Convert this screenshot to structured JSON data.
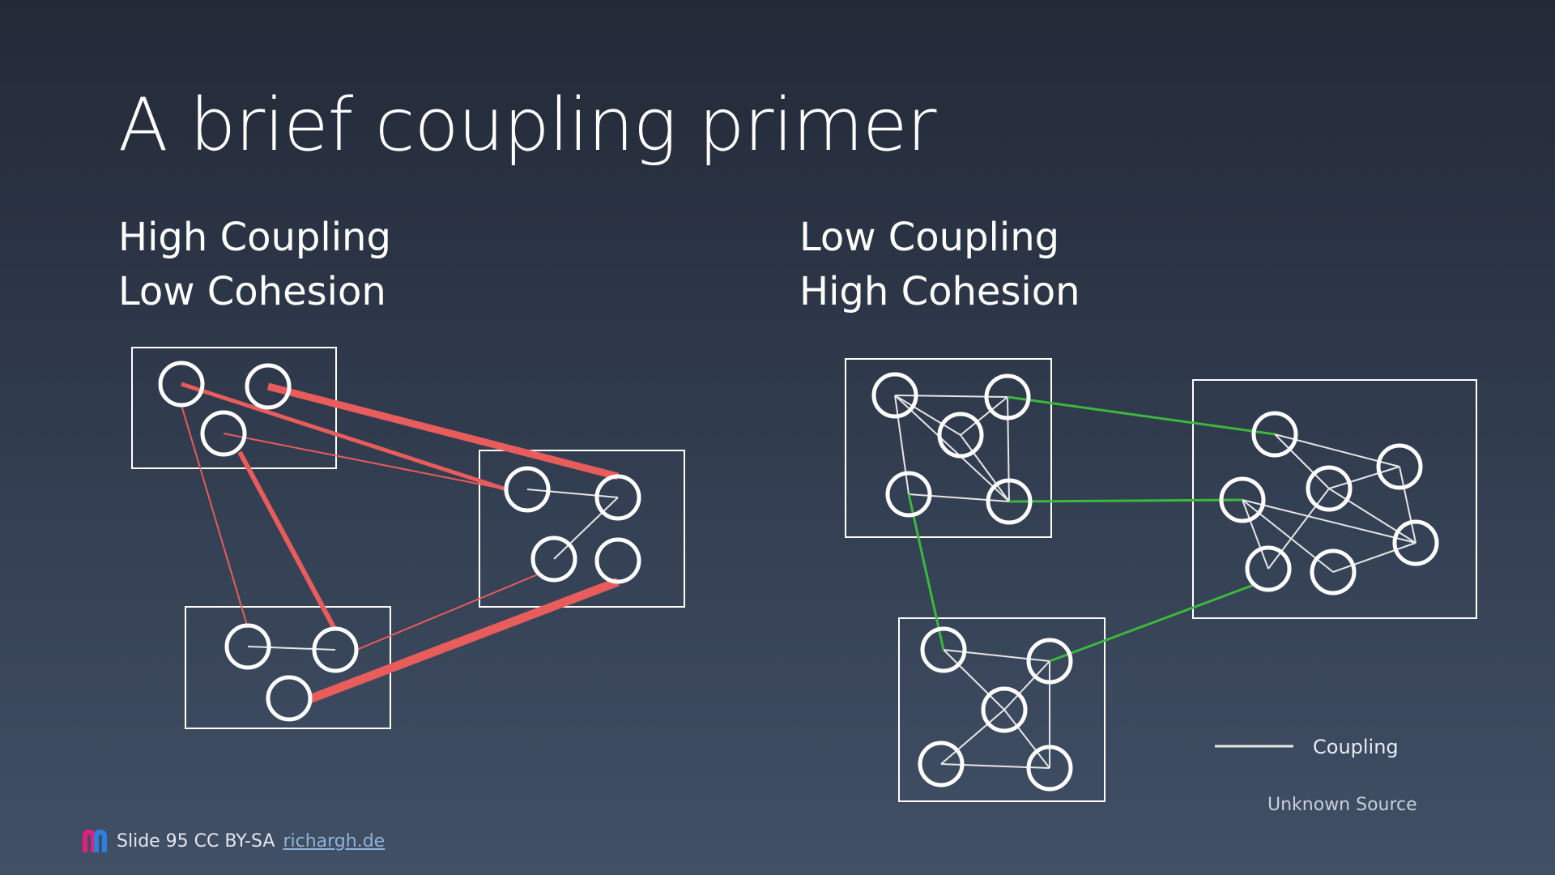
{
  "slide": {
    "title": "A brief coupling primer",
    "left_heading": [
      "High Coupling",
      "Low Cohesion"
    ],
    "right_heading": [
      "Low Coupling",
      "High Cohesion"
    ],
    "legend_label": "Coupling",
    "source": "Unknown Source",
    "footer_text": "Slide 95 CC BY-SA",
    "footer_link": "richargh.de"
  },
  "colors": {
    "high_coupling_edge": "#e85c5c",
    "low_coupling_edge": "#3cb83c",
    "node_stroke": "#ffffff",
    "internal_edge": "#e6e6e6"
  }
}
